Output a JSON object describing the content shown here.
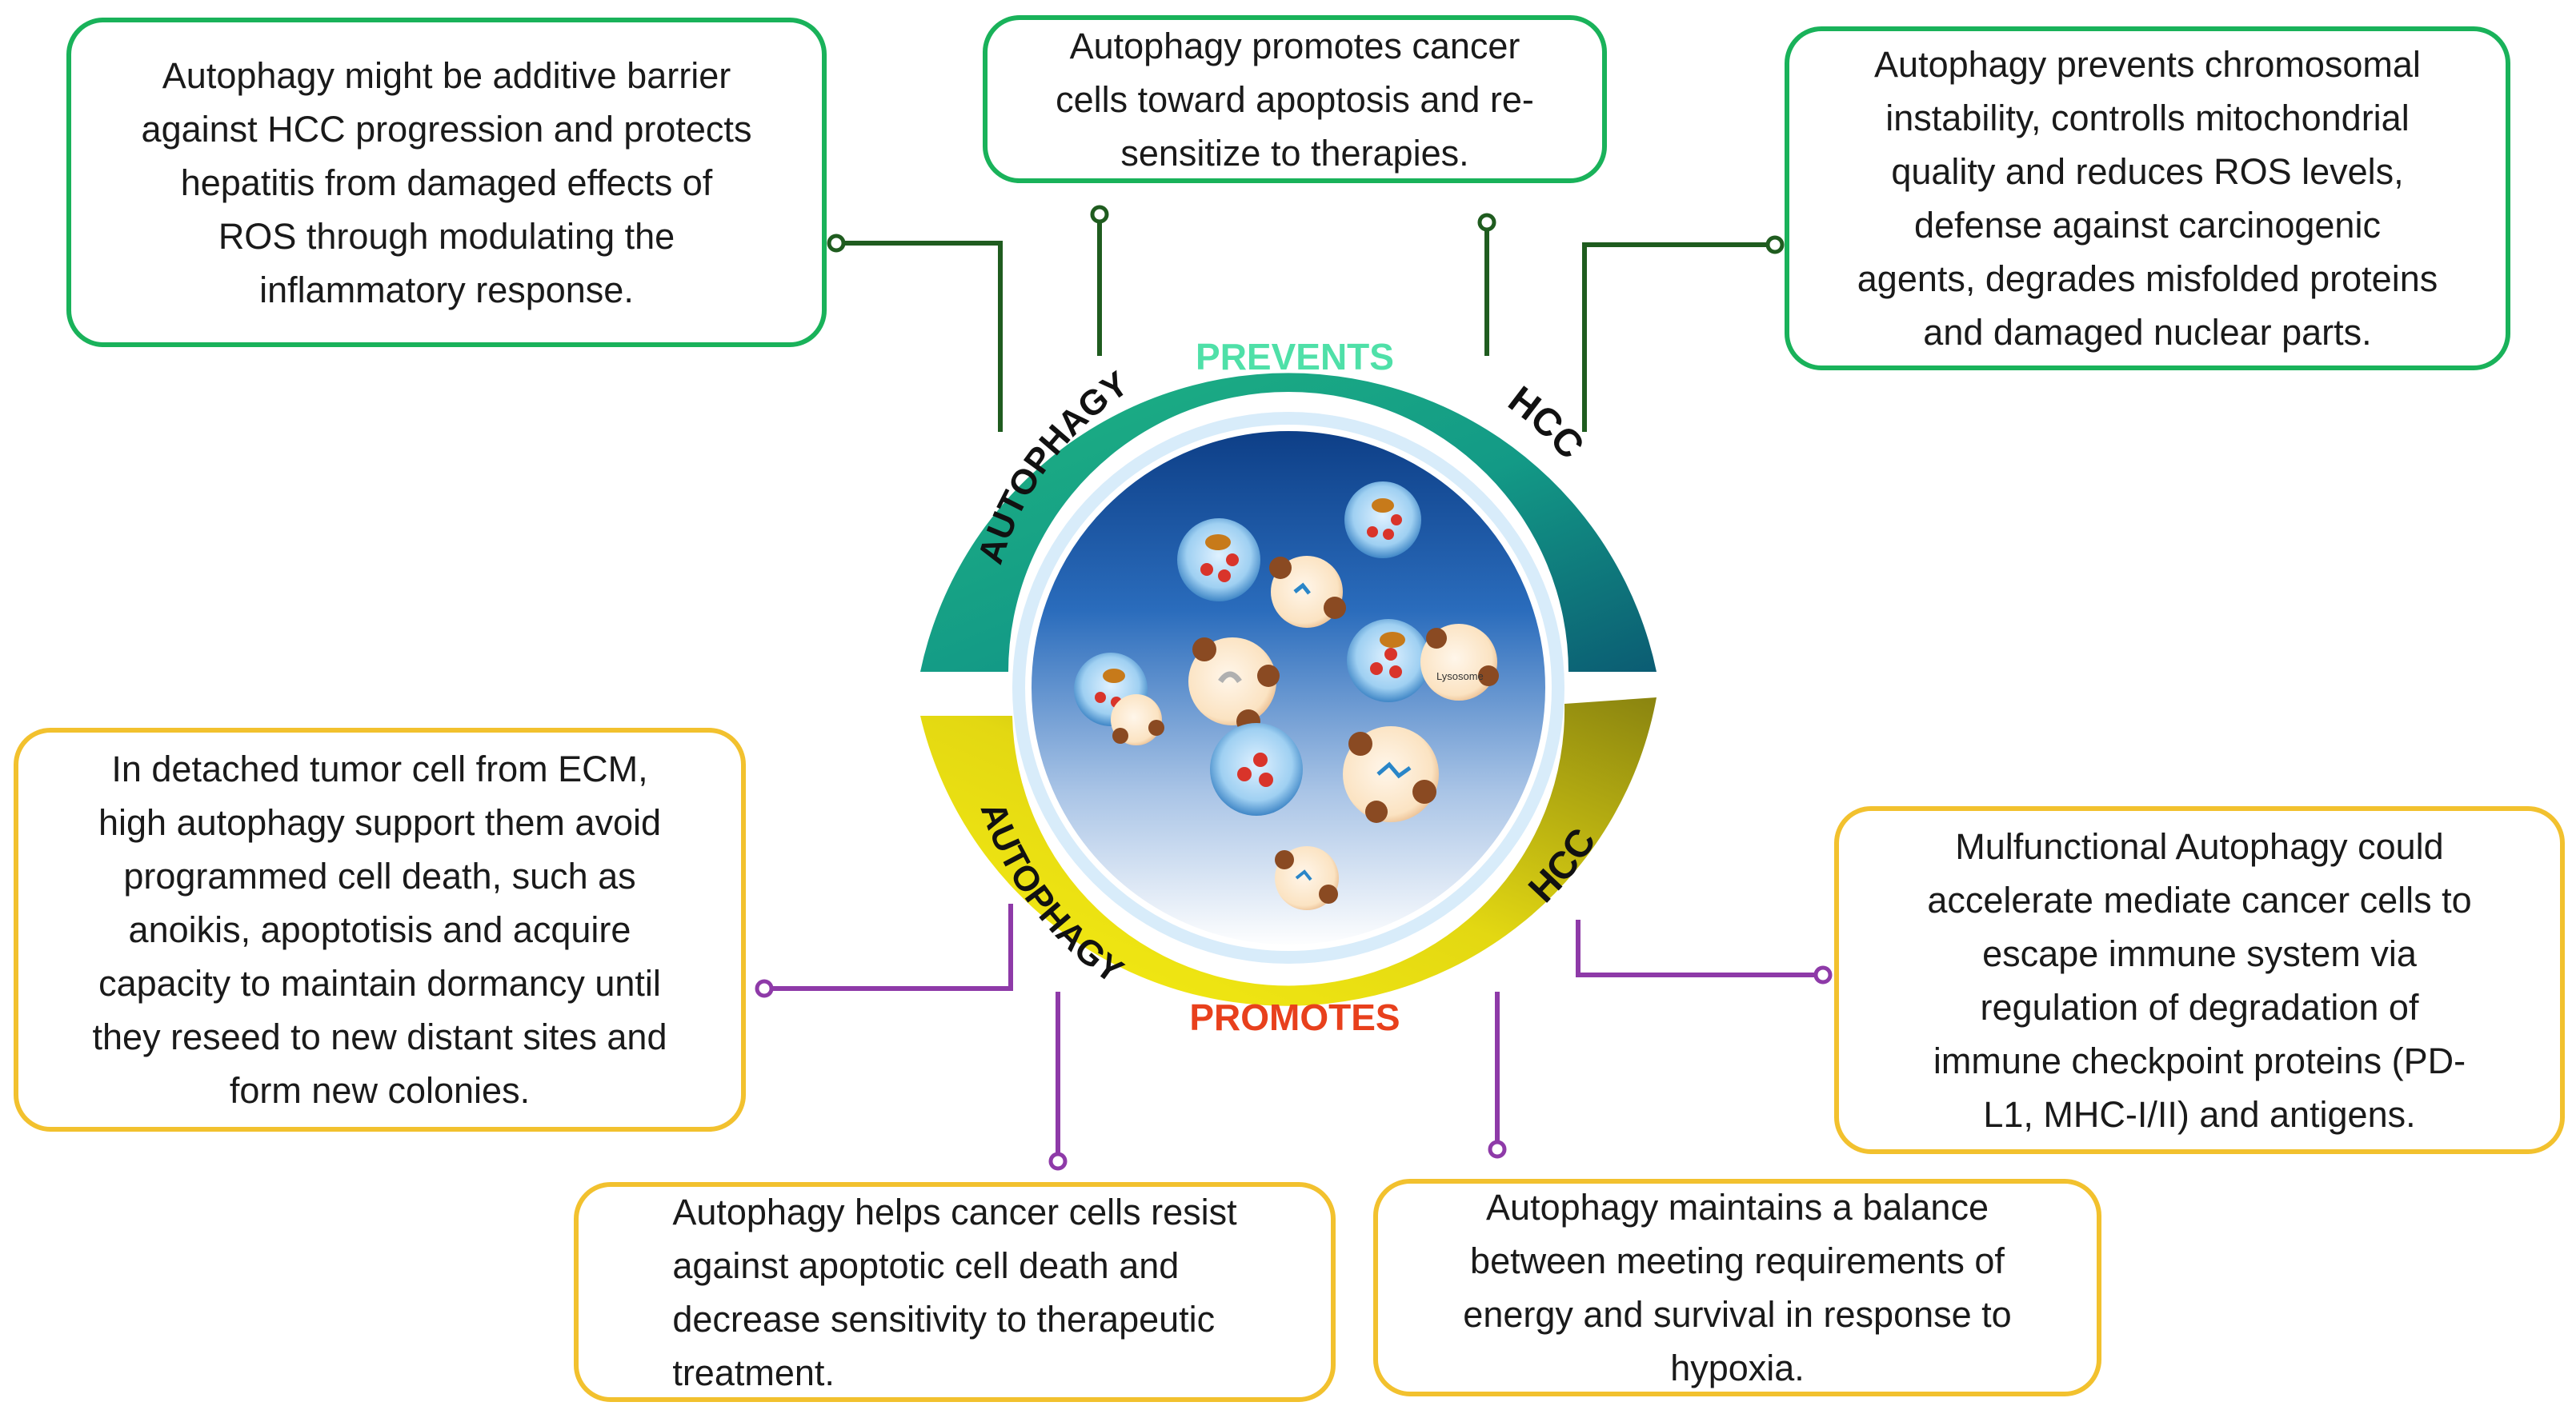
{
  "center": {
    "top_title": "PREVENTS",
    "bottom_title": "PROMOTES",
    "top_left_label": "AUTOPHAGY",
    "top_right_label": "HCC",
    "bottom_left_label": "AUTOPHAGY",
    "bottom_right_label": "HCC",
    "cell_label": "Lysosome"
  },
  "prevents_boxes": {
    "top_left": "Autophagy might be additive barrier\nagainst HCC progression and protects\nhepatitis from damaged effects of\nROS through modulating the\ninflammatory response.",
    "top_center": "Autophagy promotes cancer\ncells toward apoptosis and re-\nsensitize to therapies.",
    "top_right": "Autophagy prevents chromosomal\ninstability,  controlls mitochondrial\nquality and reduces ROS levels,\ndefense against carcinogenic\nagents, degrades misfolded proteins\nand damaged nuclear parts."
  },
  "promotes_boxes": {
    "mid_left": "In detached tumor cell from ECM,\nhigh autophagy support them avoid\nprogrammed cell death, such as\nanoikis, apoptotisis and acquire\ncapacity to maintain dormancy until\nthey reseed to new distant sites and\nform new colonies.",
    "mid_right": "Mulfunctional Autophagy could\naccelerate mediate cancer cells to\nescape immune system via\nregulation of degradation of\nimmune checkpoint proteins (PD-\nL1, MHC-I/II) and antigens.",
    "bottom_left": "Autophagy helps cancer cells resist\nagainst apoptotic cell death and\ndecrease sensitivity to therapeutic\ntreatment.",
    "bottom_right": "Autophagy maintains a balance\nbetween meeting requirements of\nenergy and survival in response to\nhypoxia."
  },
  "colors": {
    "prevents_border": "#19b25a",
    "promotes_border": "#f2c12e",
    "prevents_connector": "#1f5c1f",
    "promotes_connector": "#8e3aa8",
    "prevents_text": "#4fe0a8",
    "promotes_text": "#e8401c"
  }
}
